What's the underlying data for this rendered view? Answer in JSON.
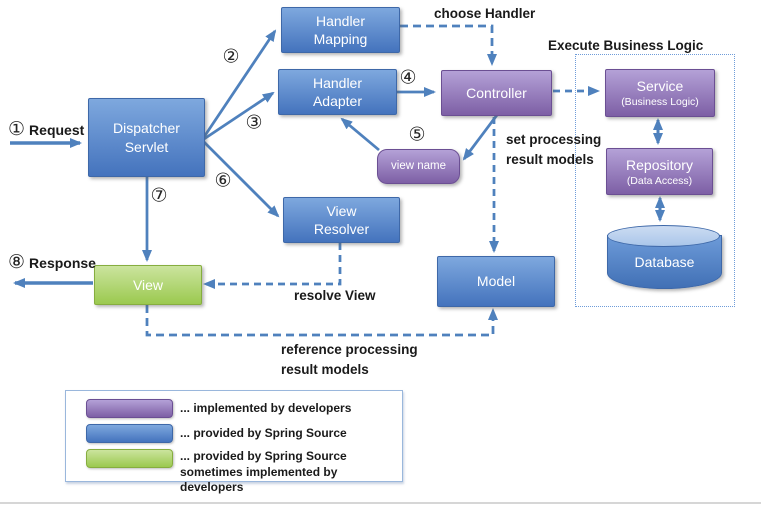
{
  "nodes": {
    "dispatcher_servlet": "Dispatcher\nServlet",
    "handler_mapping": "Handler\nMapping",
    "handler_adapter": "Handler\nAdapter",
    "view_resolver": "View\nResolver",
    "controller": "Controller",
    "view_name": "view name",
    "view": "View",
    "model": "Model",
    "service_title": "Service",
    "service_subtitle": "(Business Logic)",
    "repository_title": "Repository",
    "repository_subtitle": "(Data Access)",
    "database": "Database"
  },
  "steps": {
    "1": "①",
    "2": "②",
    "3": "③",
    "4": "④",
    "5": "⑤",
    "6": "⑥",
    "7": "⑦",
    "8": "⑧"
  },
  "labels": {
    "request": "Request",
    "response": "Response",
    "choose_handler": "choose Handler",
    "execute_business_logic": "Execute Business Logic",
    "set_processing_result_models": "set processing\nresult models",
    "resolve_view": "resolve View",
    "reference_processing_result_models": "reference processing\nresult models"
  },
  "legend": {
    "items": [
      {
        "color_name": "purple",
        "color": "#8064a2",
        "label": "... implemented by developers"
      },
      {
        "color_name": "blue",
        "color": "#4f81bd",
        "label": "... provided by Spring Source"
      },
      {
        "color_name": "green",
        "color": "#9bbb59",
        "label": "... provided by Spring Source\nsometimes implemented by developers"
      }
    ]
  },
  "colors": {
    "arrow_blue": "#4f81bd",
    "box_blue": "#4f81bd",
    "box_purple": "#8064a2",
    "box_green": "#9bbb59",
    "dotted_border": "#6f9cd9"
  }
}
